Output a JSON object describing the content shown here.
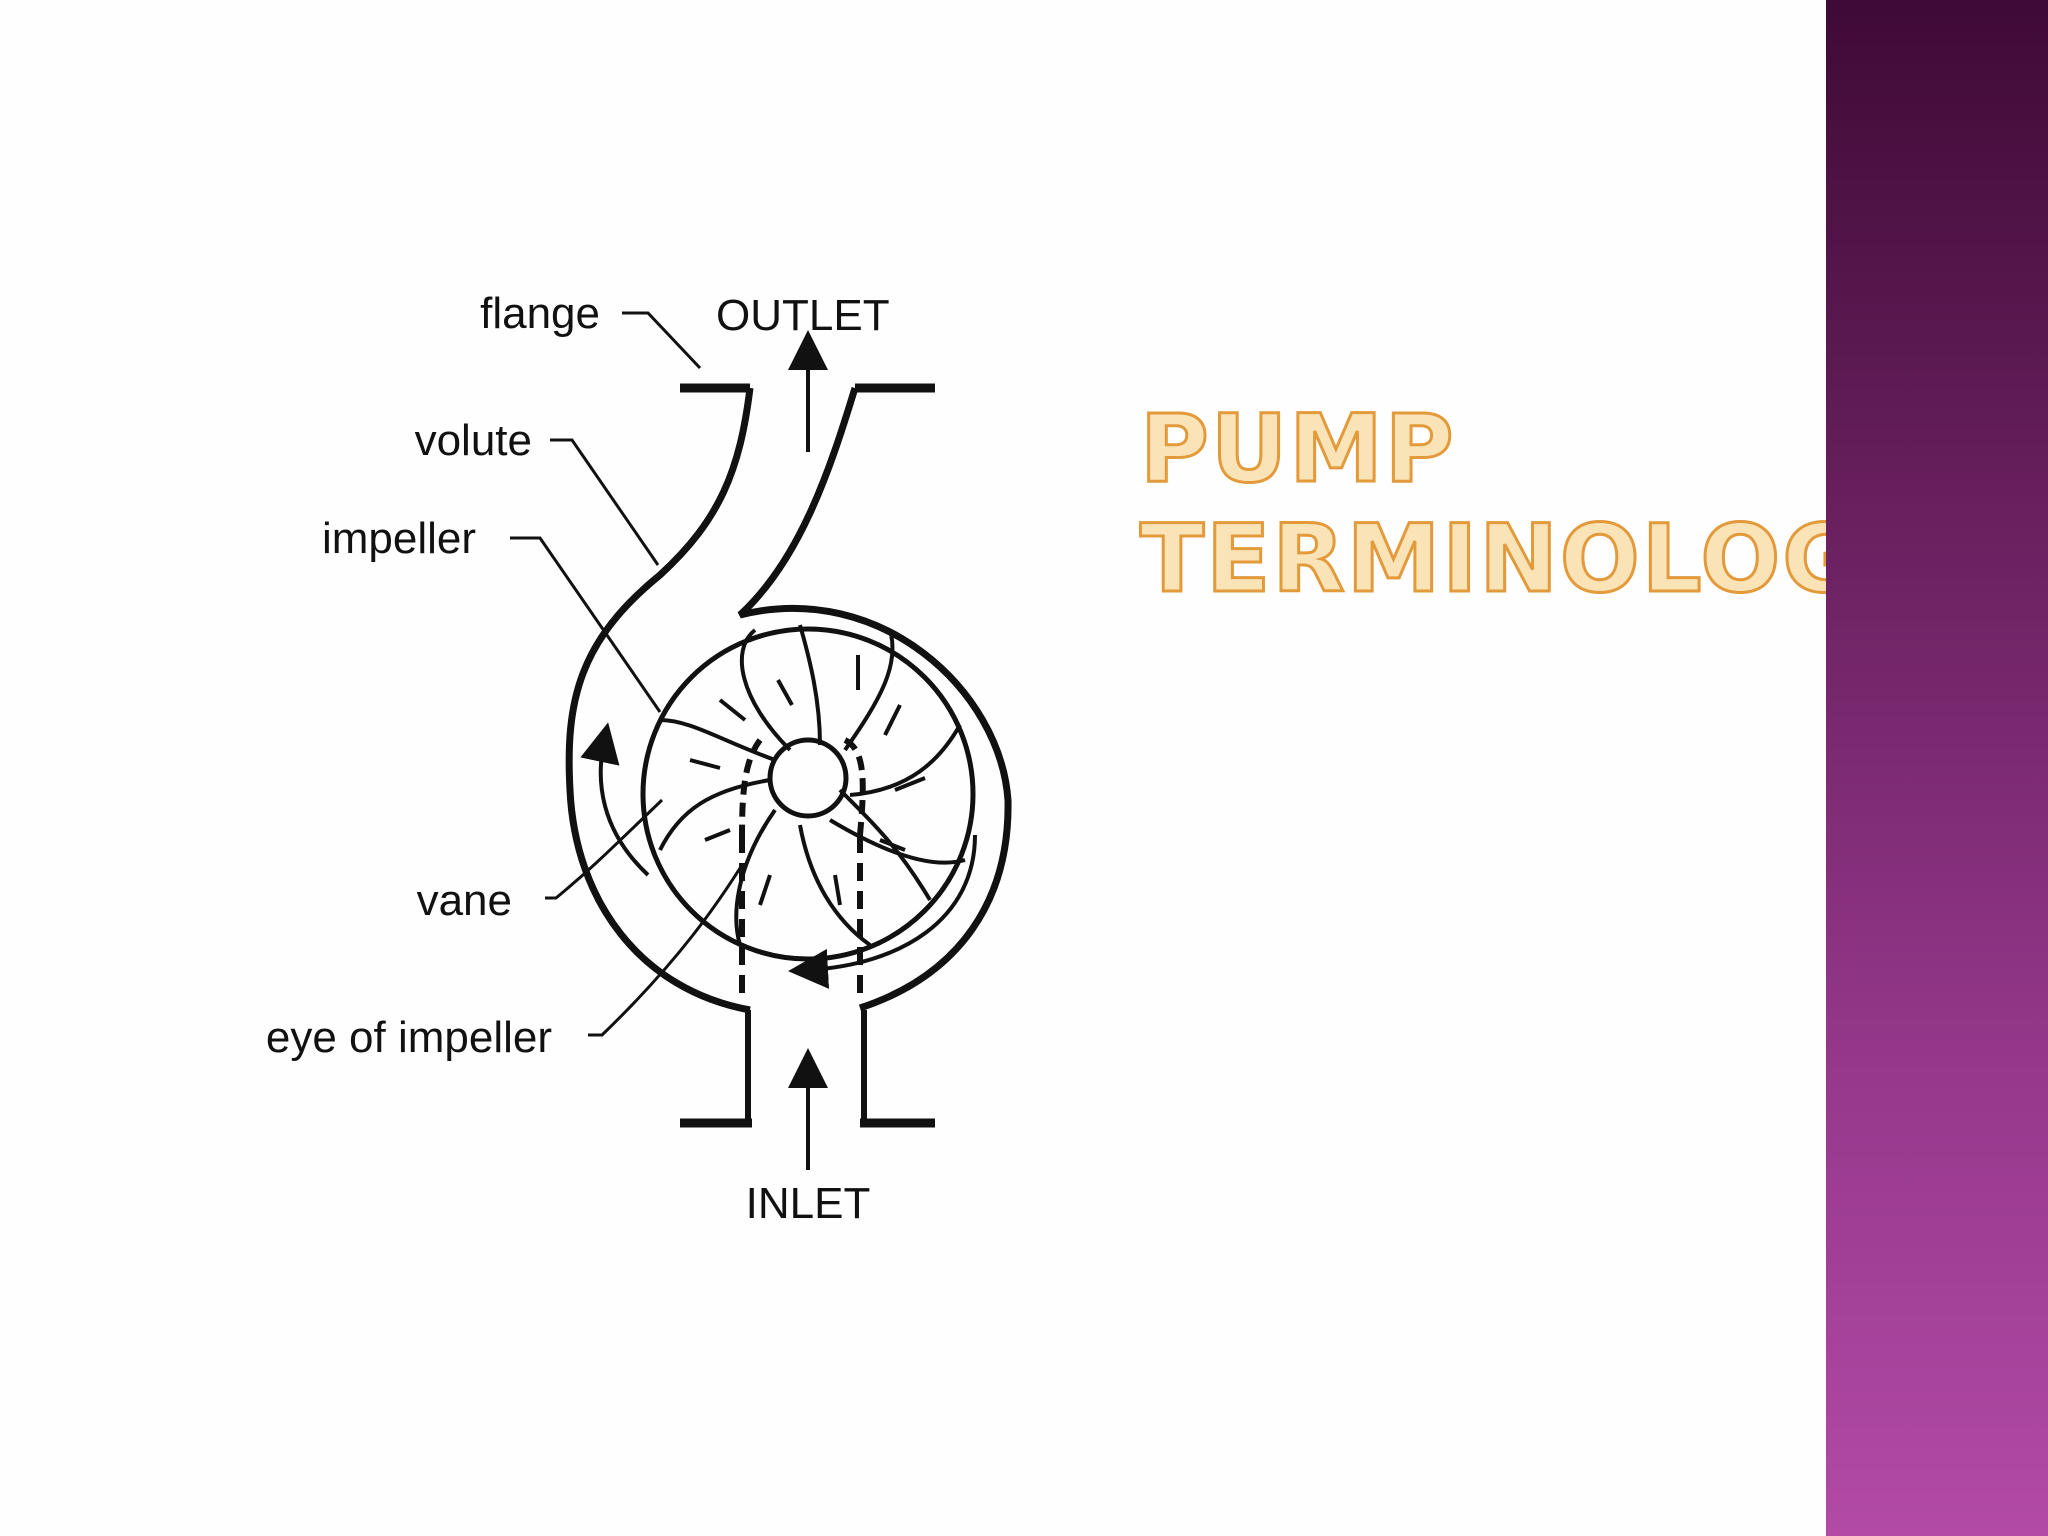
{
  "slide": {
    "title_lines": [
      "Pump",
      "Terminology"
    ],
    "colors": {
      "title_fill": "#fbe3b8",
      "title_outline": "#e39a3a",
      "band_top": "#3f0a35",
      "band_bottom": "#b24aa6"
    }
  },
  "diagram": {
    "labels": {
      "flange": "flange",
      "outlet": "OUTLET",
      "volute": "volute",
      "impeller": "impeller",
      "vane": "vane",
      "eye": "eye of impeller",
      "inlet": "INLET"
    }
  }
}
